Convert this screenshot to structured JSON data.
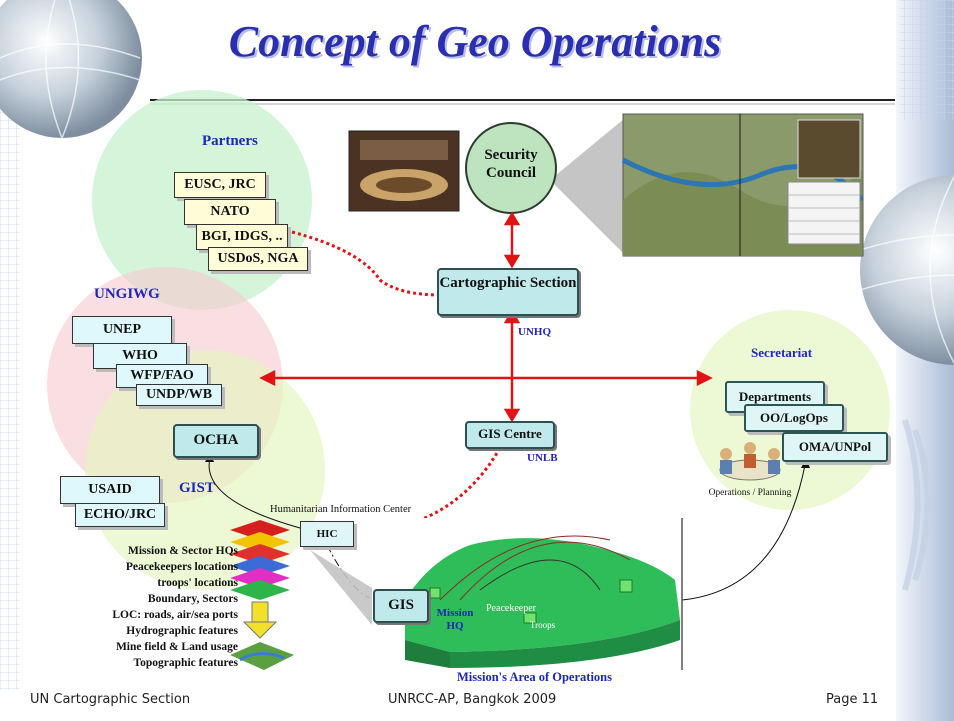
{
  "title": "Concept of Geo Operations",
  "partners": {
    "label": "Partners",
    "cards": [
      "EUSC, JRC",
      "NATO",
      "BGI, IDGS, ..",
      "USDoS, NGA"
    ]
  },
  "security_council": "Security Council",
  "cartographic_section": "Cartographic Section",
  "unhq": "UNHQ",
  "ungiwg": {
    "label": "UNGIWG",
    "cards": [
      "UNEP",
      "WHO",
      "WFP/FAO",
      "UNDP/WB"
    ]
  },
  "ocha": "OCHA",
  "gist": {
    "label": "GIST",
    "cards": [
      "USAID",
      "ECHO/JRC"
    ]
  },
  "gis_centre": "GIS Centre",
  "unlb": "UNLB",
  "secretariat": {
    "label": "Secretariat",
    "cards": [
      "Departments",
      "OO/LogOps",
      "OMA/UNPol"
    ],
    "caption": "Operations / Planning"
  },
  "hic": {
    "caption": "Humanitarian Information Center",
    "label": "HIC"
  },
  "gis": "GIS",
  "layers": [
    "Mission & Sector HQs",
    "Peacekeepers locations",
    "troops' locations",
    "Boundary, Sectors",
    "LOC: roads, air/sea ports",
    "Hydrographic features",
    "Mine field & Land usage",
    "Topographic features"
  ],
  "mission": {
    "hq_label": "Mission HQ",
    "peacekeeper": "Peacekeeper",
    "troops": "Troops",
    "caption": "Mission's  Area of Operations"
  },
  "footer": {
    "left": "UN Cartographic Section",
    "center": "UNRCC-AP, Bangkok 2009",
    "right": "Page 11"
  },
  "colors": {
    "title": "#2a2fb0",
    "arrow": "#e01414",
    "partners_circle": "#c7f1cf",
    "ungiwg_circle": "#f7c9cf",
    "gist_circle": "#e3f5bf",
    "secretariat_circle": "#e6f7c6",
    "box_fill": "#bfe9ea"
  }
}
